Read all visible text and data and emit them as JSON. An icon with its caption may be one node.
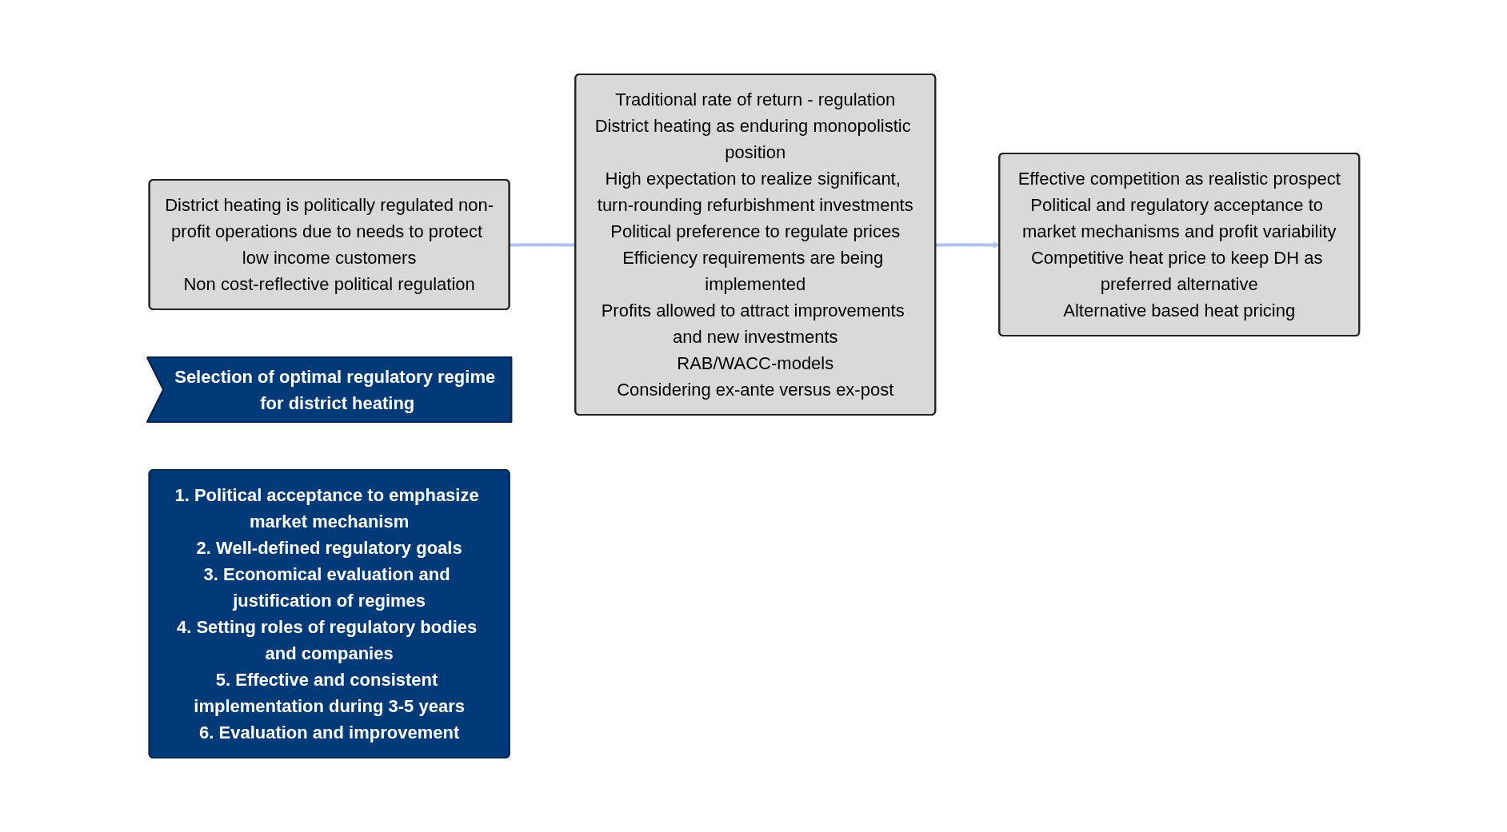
{
  "diagram": {
    "nodes": [
      {
        "text": [
          "District heating is politically regulated non-profit operations due to needs to protect low income customers",
          "Non cost-reflective political regulation"
        ]
      },
      {
        "text": [
          "Traditional rate of return - regulation",
          "District heating as enduring monopolistic position",
          "High expectation to realize significant, turn-rounding refurbishment investments",
          "Political preference to regulate prices",
          "Efficiency requirements are being implemented",
          "Profits allowed to attract improvements and new investments",
          "RAB/WACC-models",
          "Considering ex-ante versus ex-post"
        ]
      },
      {
        "text": [
          "Effective competition as realistic prospect",
          "Political and regulatory acceptance to market mechanisms and profit variability",
          "Competitive heat price to keep DH as preferred alternative",
          "Alternative based heat pricing"
        ]
      },
      {
        "text": [
          "Selection of optimal regulatory regime for district heating"
        ]
      },
      {
        "text": [
          "1. Political acceptance to emphasize market mechanism",
          "2. Well-defined regulatory goals",
          "3. Economical evaluation and justification of regimes",
          "4. Setting roles of regulatory bodies and companies",
          "5. Effective and consistent implementation during 3-5 years",
          "6. Evaluation and improvement"
        ]
      }
    ],
    "edges": [
      {
        "from": 0,
        "to": 1,
        "arrow": "none"
      },
      {
        "from": 1,
        "to": 2,
        "arrow": "to"
      }
    ]
  }
}
